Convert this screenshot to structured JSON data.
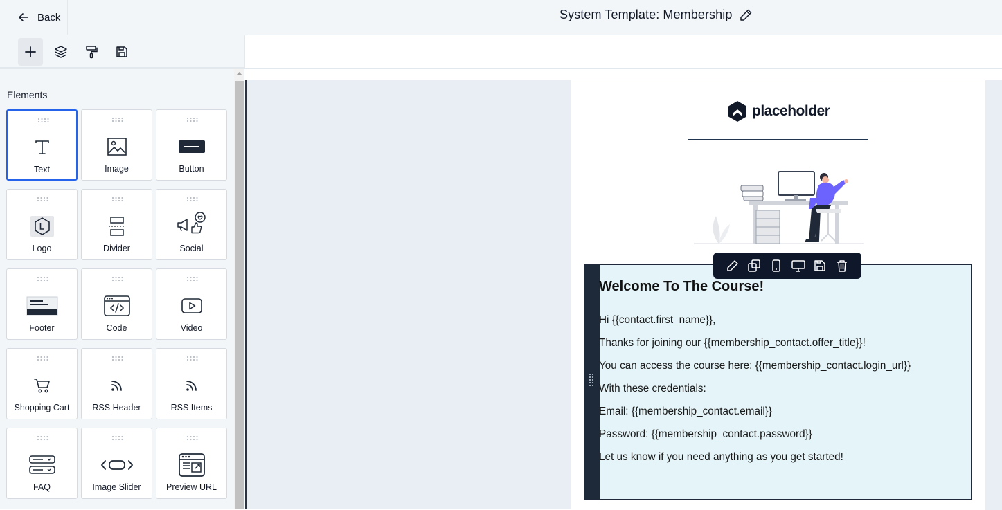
{
  "header": {
    "back_label": "Back",
    "title": "System Template: Membership"
  },
  "toolbar": {
    "tools": [
      {
        "icon": "plus-icon",
        "active": true
      },
      {
        "icon": "layers-icon",
        "active": false
      },
      {
        "icon": "paint-roller-icon",
        "active": false
      },
      {
        "icon": "save-icon",
        "active": false
      }
    ]
  },
  "sidebar": {
    "heading": "Elements",
    "items": [
      {
        "label": "Text",
        "icon": "text-icon"
      },
      {
        "label": "Image",
        "icon": "image-icon"
      },
      {
        "label": "Button",
        "icon": "button-icon"
      },
      {
        "label": "Logo",
        "icon": "logo-icon"
      },
      {
        "label": "Divider",
        "icon": "divider-icon"
      },
      {
        "label": "Social",
        "icon": "social-icon"
      },
      {
        "label": "Footer",
        "icon": "footer-icon"
      },
      {
        "label": "Code",
        "icon": "code-icon"
      },
      {
        "label": "Video",
        "icon": "video-icon"
      },
      {
        "label": "Shopping Cart",
        "icon": "shopping-cart-icon"
      },
      {
        "label": "RSS Header",
        "icon": "rss-icon"
      },
      {
        "label": "RSS Items",
        "icon": "rss-icon"
      },
      {
        "label": "FAQ",
        "icon": "faq-icon"
      },
      {
        "label": "Image Slider",
        "icon": "image-slider-icon"
      },
      {
        "label": "Preview URL",
        "icon": "preview-url-icon"
      }
    ]
  },
  "email": {
    "logo_text": "placeholder",
    "heading": "Welcome To The Course!",
    "lines": [
      "Hi {{contact.first_name}},",
      "Thanks for joining our {{membership_contact.offer_title}}!",
      "You can access the course here: {{membership_contact.login_url}}",
      "With these credentials:",
      "Email: {{membership_contact.email}}",
      "Password: {{membership_contact.password}}",
      "Let us know if you need anything as you get started!"
    ]
  },
  "block_toolbar": [
    "edit-icon",
    "duplicate-icon",
    "mobile-icon",
    "desktop-icon",
    "save-icon",
    "delete-icon"
  ],
  "colors": {
    "accent": "#2563eb",
    "dark": "#0f172a",
    "selected_block_bg": "#e5f4f8",
    "illustration_accent": "#6c63ff"
  }
}
